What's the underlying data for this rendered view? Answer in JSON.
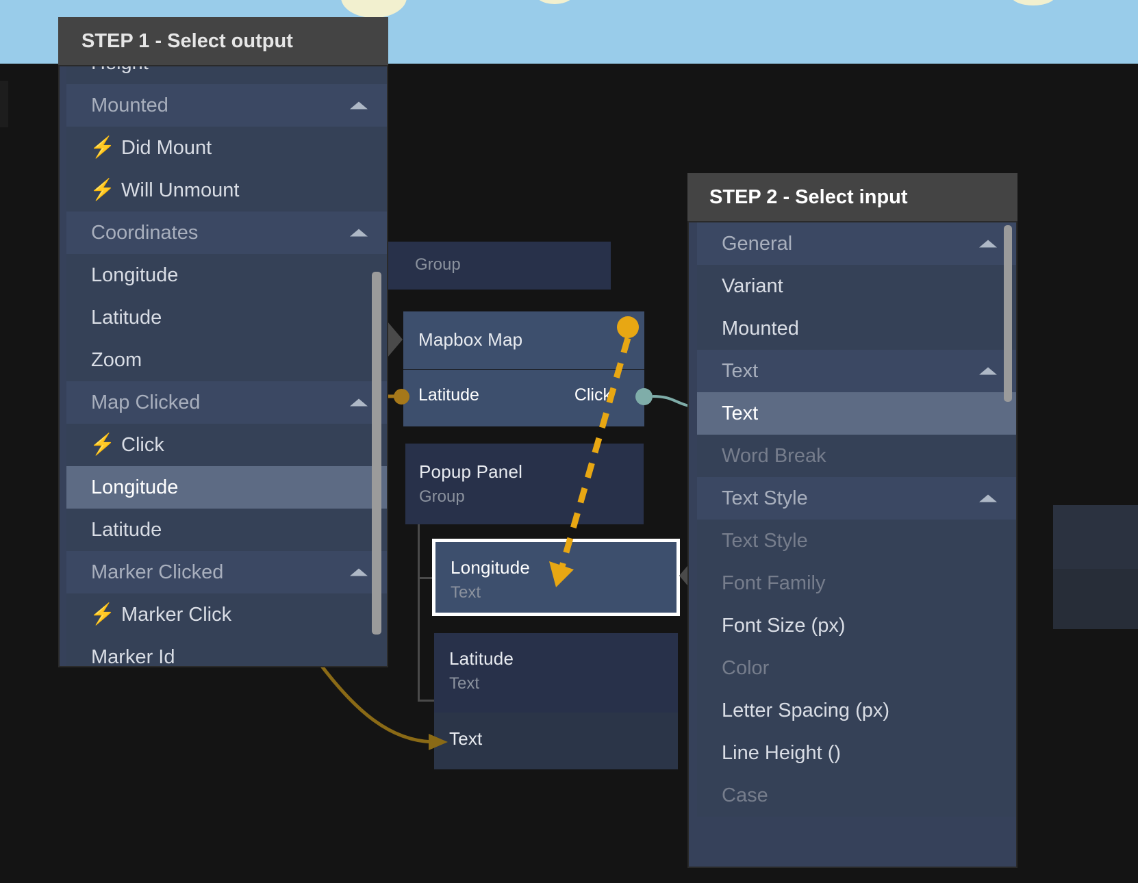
{
  "colors": {
    "sky": "#99ccea",
    "canvas": "#141414",
    "dialog_header": "#444444",
    "dialog_body": "#36415a",
    "node": "#2a3347",
    "node_selected": "#3d4f6d",
    "highlight_row": "#5d6b84",
    "accent_orange": "#e8a713",
    "accent_teal": "#7fada9",
    "port_orange": "#a6781a",
    "selection_outline": "#ffffff"
  },
  "step1": {
    "title": "STEP 1 - Select output",
    "options": [
      {
        "label": "Height",
        "type": "item",
        "state": "normal",
        "icon": ""
      },
      {
        "label": "Mounted",
        "type": "group",
        "state": "normal",
        "icon": "chevron-up-icon"
      },
      {
        "label": "Did Mount",
        "type": "item",
        "state": "normal",
        "icon": "bolt-icon"
      },
      {
        "label": "Will Unmount",
        "type": "item",
        "state": "normal",
        "icon": "bolt-icon"
      },
      {
        "label": "Coordinates",
        "type": "group",
        "state": "normal",
        "icon": "chevron-up-icon"
      },
      {
        "label": "Longitude",
        "type": "item",
        "state": "normal",
        "icon": ""
      },
      {
        "label": "Latitude",
        "type": "item",
        "state": "normal",
        "icon": ""
      },
      {
        "label": "Zoom",
        "type": "item",
        "state": "normal",
        "icon": ""
      },
      {
        "label": "Map Clicked",
        "type": "group",
        "state": "normal",
        "icon": "chevron-up-icon"
      },
      {
        "label": "Click",
        "type": "item",
        "state": "normal",
        "icon": "bolt-icon"
      },
      {
        "label": "Longitude",
        "type": "item",
        "state": "selected",
        "icon": ""
      },
      {
        "label": "Latitude",
        "type": "item",
        "state": "normal",
        "icon": ""
      },
      {
        "label": "Marker Clicked",
        "type": "group",
        "state": "normal",
        "icon": "chevron-up-icon"
      },
      {
        "label": "Marker Click",
        "type": "item",
        "state": "normal",
        "icon": "bolt-icon"
      },
      {
        "label": "Marker Id",
        "type": "item",
        "state": "normal",
        "icon": ""
      }
    ]
  },
  "step2": {
    "title": "STEP 2 - Select input",
    "options": [
      {
        "label": "General",
        "type": "group",
        "state": "normal",
        "icon": "chevron-up-icon"
      },
      {
        "label": "Variant",
        "type": "item",
        "state": "normal",
        "icon": ""
      },
      {
        "label": "Mounted",
        "type": "item",
        "state": "normal",
        "icon": ""
      },
      {
        "label": "Text",
        "type": "group",
        "state": "normal",
        "icon": "chevron-up-icon"
      },
      {
        "label": "Text",
        "type": "item",
        "state": "selected",
        "icon": ""
      },
      {
        "label": "Word Break",
        "type": "item",
        "state": "disabled",
        "icon": ""
      },
      {
        "label": "Text Style",
        "type": "group",
        "state": "normal",
        "icon": "chevron-up-icon"
      },
      {
        "label": "Text Style",
        "type": "item",
        "state": "disabled",
        "icon": ""
      },
      {
        "label": "Font Family",
        "type": "item",
        "state": "disabled",
        "icon": ""
      },
      {
        "label": "Font Size (px)",
        "type": "item",
        "state": "normal",
        "icon": ""
      },
      {
        "label": "Color",
        "type": "item",
        "state": "disabled",
        "icon": ""
      },
      {
        "label": "Letter Spacing (px)",
        "type": "item",
        "state": "normal",
        "icon": ""
      },
      {
        "label": "Line Height ()",
        "type": "item",
        "state": "normal",
        "icon": ""
      },
      {
        "label": "Case",
        "type": "item",
        "state": "disabled",
        "icon": ""
      }
    ]
  },
  "graph": {
    "group_node": {
      "title": "",
      "subtitle": "Group"
    },
    "mapbox_node": {
      "title": "Mapbox Map",
      "port_in": "Latitude",
      "port_out": "Click"
    },
    "popup_node": {
      "title": "Popup Panel",
      "subtitle": "Group"
    },
    "longitude_node": {
      "title": "Longitude",
      "subtitle": "Text"
    },
    "latitude_node": {
      "title": "Latitude",
      "subtitle": "Text",
      "row": "Text"
    }
  }
}
